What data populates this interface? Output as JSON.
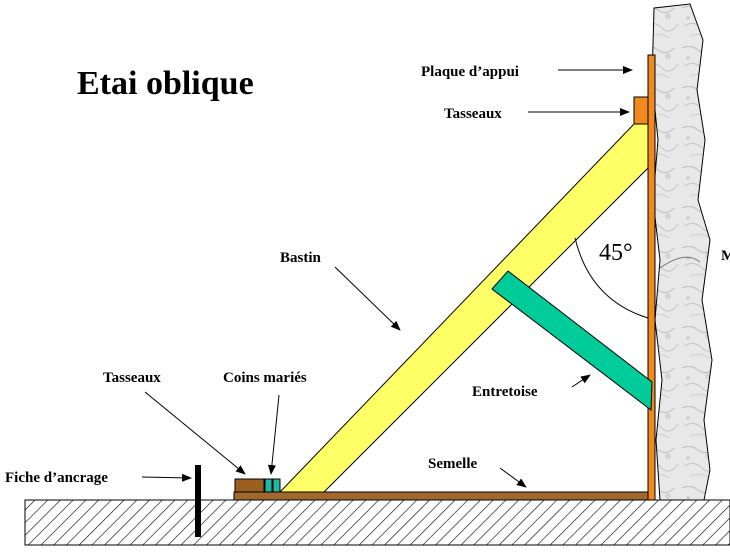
{
  "diagram": {
    "title": "Etai oblique",
    "labels": {
      "plaque_appui": "Plaque d’appui",
      "tasseaux_top": "Tasseaux",
      "bastin": "Bastin",
      "angle": "45°",
      "wall_cut": "M",
      "tasseaux_bottom": "Tasseaux",
      "coins_maries": "Coins mariés",
      "entretoise": "Entretoise",
      "fiche_ancrage": "Fiche d’ancrage",
      "semelle": "Semelle"
    },
    "colors": {
      "bastin": "#ffff66",
      "entretoise": "#00cc99",
      "plaque": "#f08a1e",
      "semelle": "#a0682a",
      "tasseau_bottom": "#9c5f22",
      "coins": "#22b8a0",
      "wall": "#e4e4e4",
      "ground_hatch": "#000000"
    }
  }
}
